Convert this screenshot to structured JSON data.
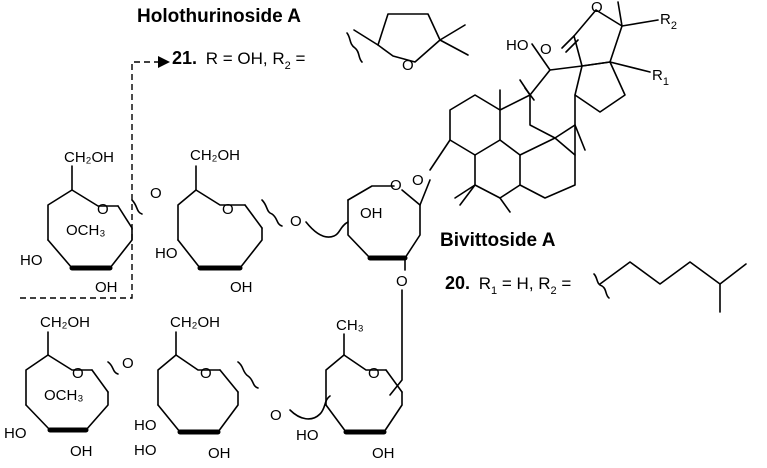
{
  "headings": {
    "holothurinoside": "Holothurinoside A",
    "bivittoside": "Bivittoside A"
  },
  "compounds": {
    "c21": {
      "number": "21.",
      "definition": "R = OH, R",
      "sub": "2",
      "suffix": " ="
    },
    "c20": {
      "number": "20.",
      "r1": "R",
      "r1sub": "1",
      "r1rest": " = H, R",
      "r2sub": "2",
      "suffix": " ="
    }
  },
  "aglycone": {
    "ho": "HO",
    "o_carbonyl": "O",
    "o_lactone": "O",
    "r2": "R",
    "r2sub": "2",
    "r1": "R",
    "r1sub": "1",
    "o_link": "O"
  },
  "thf": {
    "o": "O"
  },
  "sugars": {
    "s1": {
      "ch2oh": "CH₂OH",
      "ring_o": "O",
      "och3": "OCH₃",
      "ho": "HO",
      "oh": "OH"
    },
    "s2": {
      "ch2oh": "CH₂OH",
      "ring_o": "O",
      "ho": "HO",
      "oh": "OH",
      "link_o": "O"
    },
    "link_o1": "O",
    "xyl": {
      "ring_o": "O",
      "oh": "OH",
      "link_o": "O"
    },
    "s3": {
      "ch2oh": "CH₂OH",
      "ring_o": "O",
      "och3": "OCH₃",
      "ho": "HO",
      "oh": "OH"
    },
    "link_o2": "O",
    "s4": {
      "ch2oh": "CH₂OH",
      "ring_o": "O",
      "ho": "HO",
      "oh": "OH"
    },
    "link_o3": "O",
    "qui": {
      "ch3": "CH₃",
      "ring_o": "O",
      "ho": "HO",
      "oh": "OH"
    }
  }
}
